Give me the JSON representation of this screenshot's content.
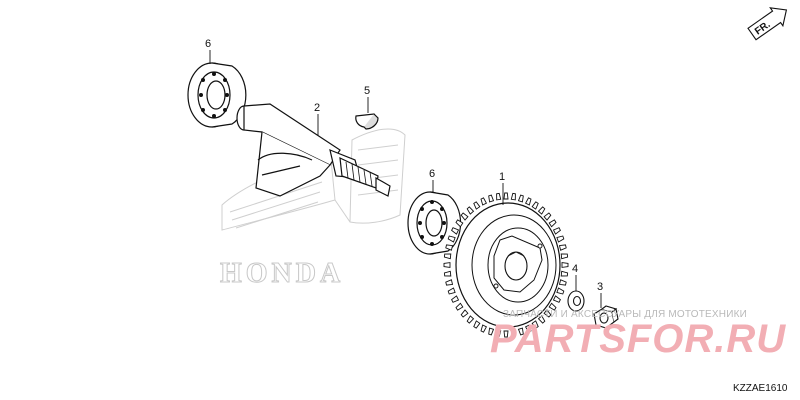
{
  "diagram": {
    "callouts": [
      {
        "id": "6a",
        "label": "6"
      },
      {
        "id": "5",
        "label": "5"
      },
      {
        "id": "2",
        "label": "2"
      },
      {
        "id": "6b",
        "label": "6"
      },
      {
        "id": "1",
        "label": "1"
      },
      {
        "id": "4",
        "label": "4"
      },
      {
        "id": "3",
        "label": "3"
      }
    ],
    "direction_label": "FR.",
    "diagram_code": "KZZAE1610"
  },
  "watermark": {
    "brand_word": "HONDA",
    "caption": "ЗАПЧАСТИ И АКСЕССУАРЫ ДЛЯ МОТОТЕХНИКИ",
    "site_logo": "PARTSFOR.RU"
  },
  "colors": {
    "line": "#111111",
    "watermark_grey": "#c8c8c8",
    "watermark_red": "#f2aeb4"
  }
}
